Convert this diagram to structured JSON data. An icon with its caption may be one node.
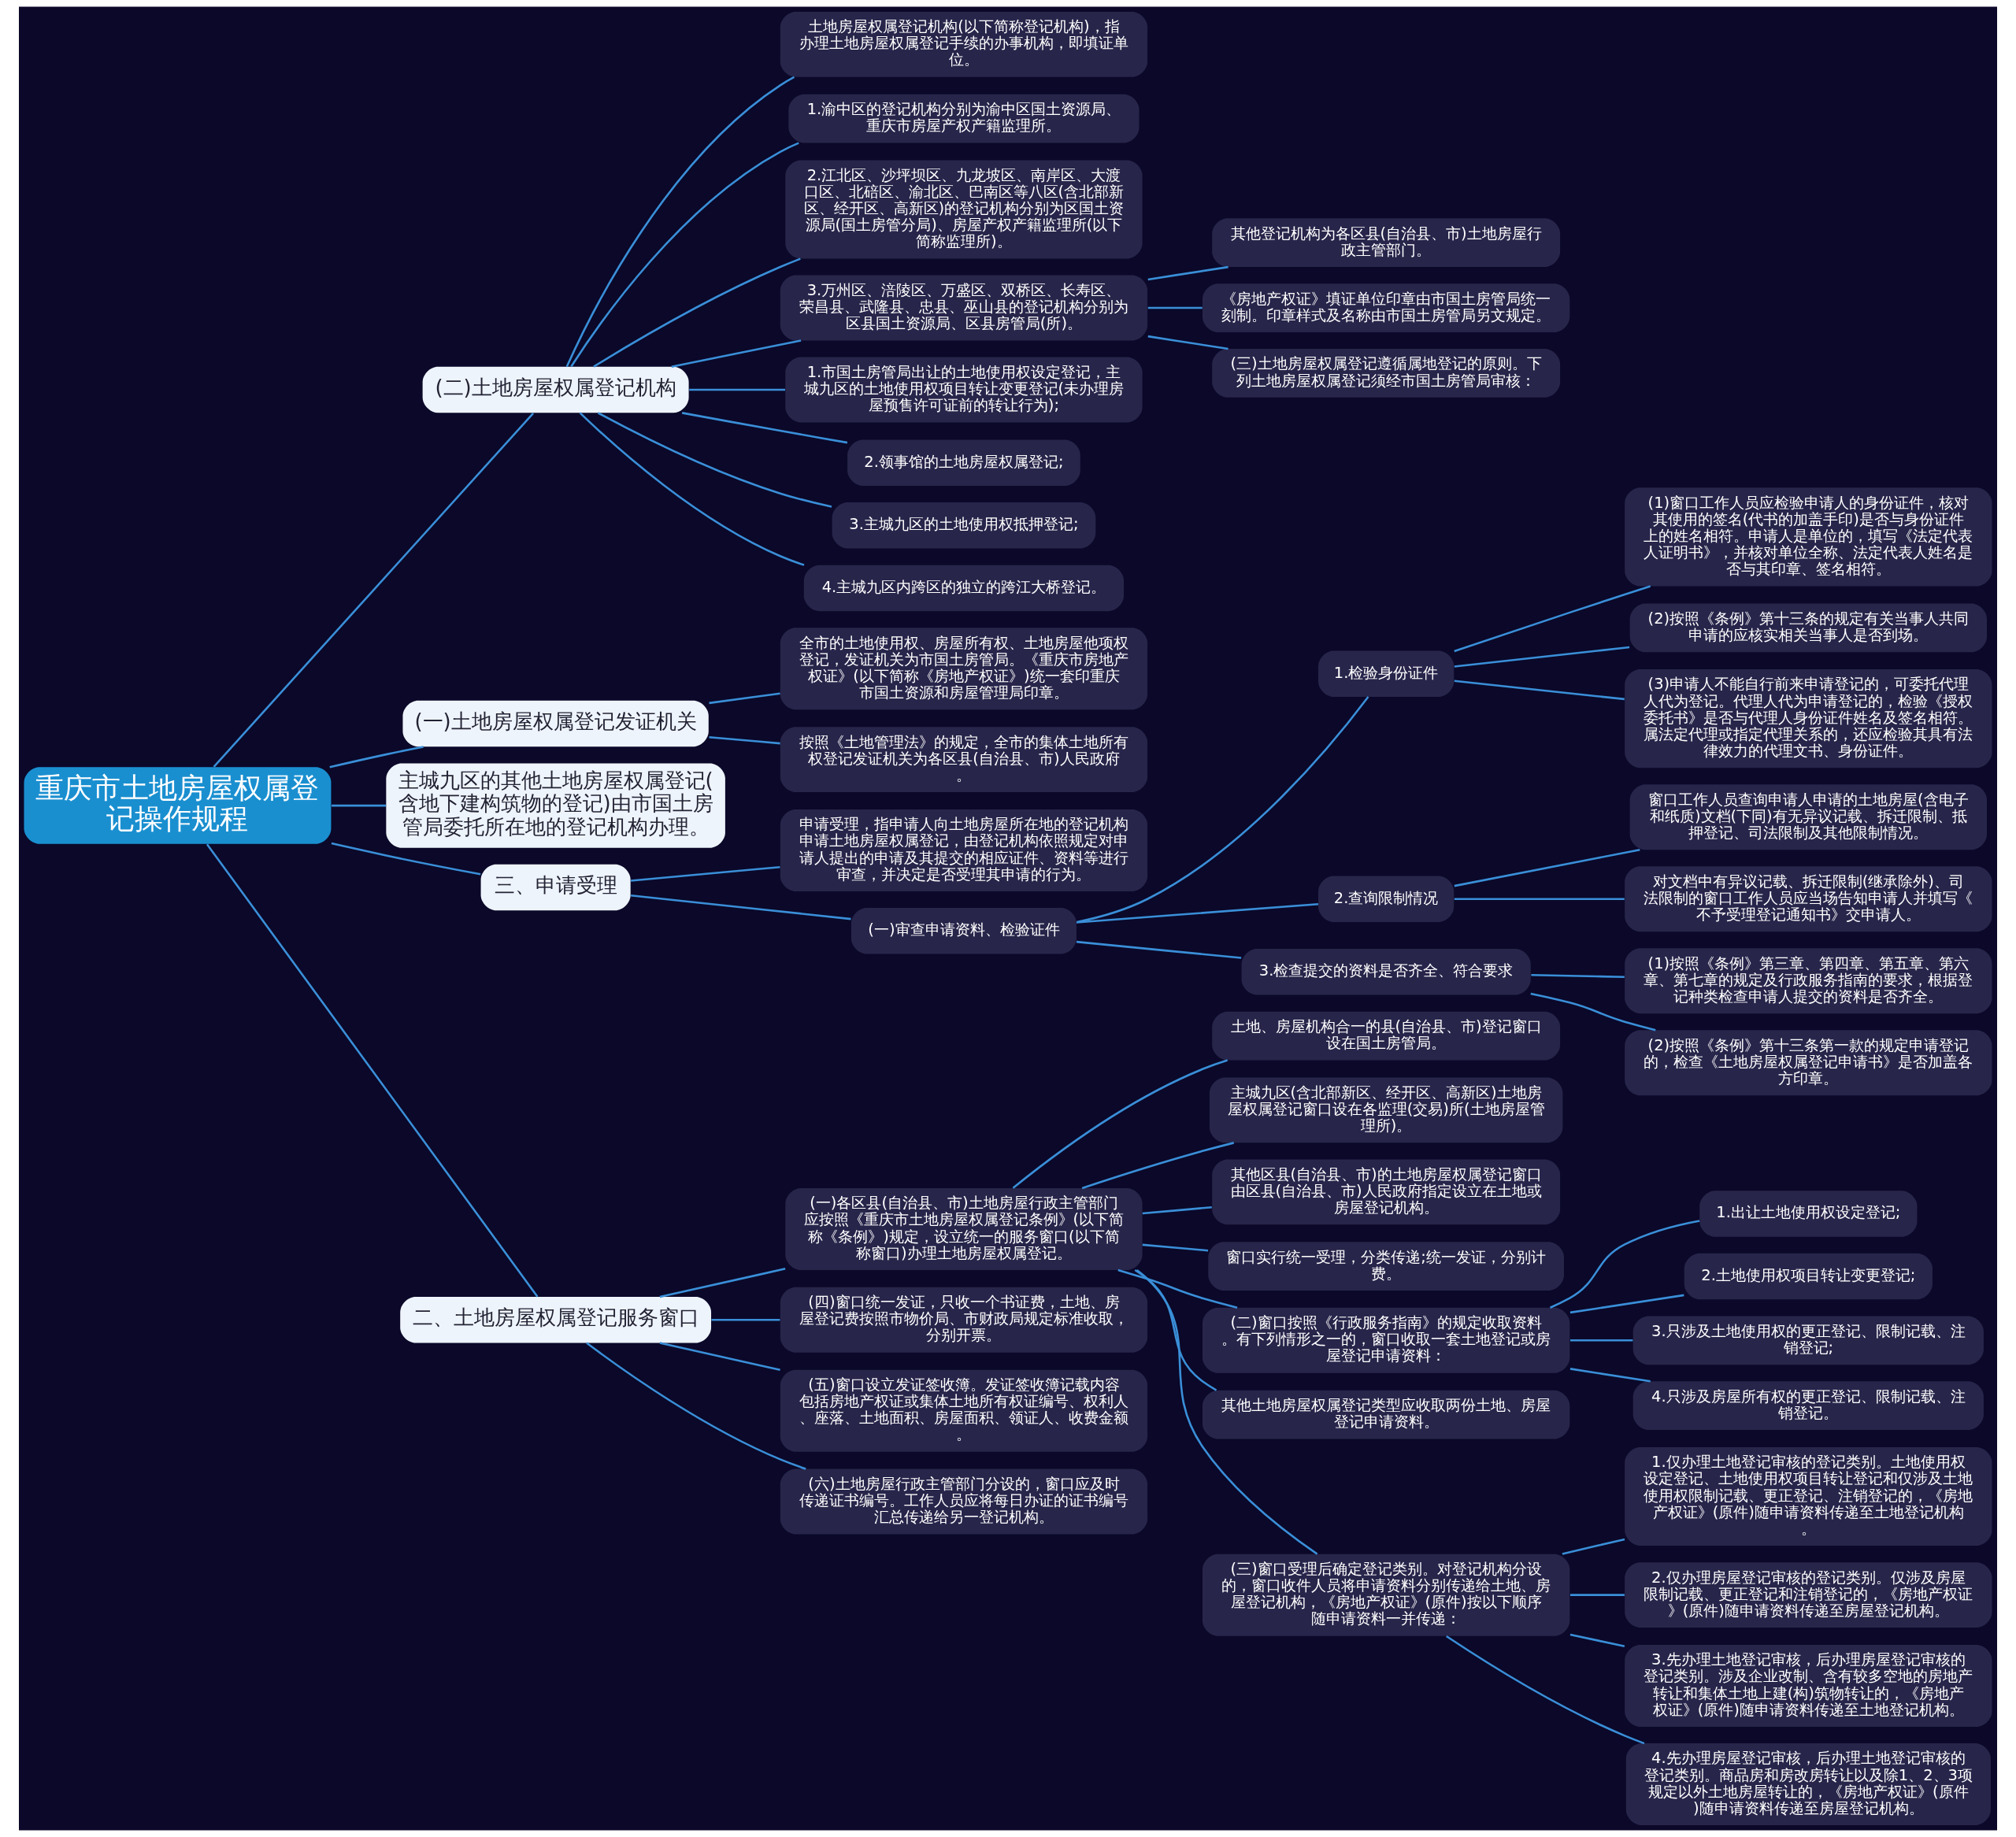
{
  "diagram": {
    "nodes": [
      {
        "text": [
          "重庆市土地房屋权属登记操作规程"
        ]
      },
      {
        "text": [
          "(二)土地房屋权属登记机构"
        ]
      },
      {
        "text": [
          "土地房屋权属登记机构(以下简称登记机构)，指办理土地房屋权属登记手续的办事机构，即填证单位。"
        ]
      },
      {
        "text": [
          "1.渝中区的登记机构分别为渝中区国土资源局、重庆市房屋产权产籍监理所。"
        ]
      },
      {
        "text": [
          "2.江北区、沙坪坝区、九龙坡区、南岸区、大渡口区、北碚区、渝北区、巴南区等八区(含北部新区、经开区、高新区)的登记机构分别为区国土资源局(国土房管分局)、房屋产权产籍监理所(以下简称监理所)。"
        ]
      },
      {
        "text": [
          "3.万州区、涪陵区、万盛区、双桥区、长寿区、荣昌县、武隆县、忠县、巫山县的登记机构分别为区县国土资源局、区县房管局(所)。"
        ]
      },
      {
        "text": [
          "其他登记机构为各区县(自治县、市)土地房屋行政主管部门。"
        ]
      },
      {
        "text": [
          "《房地产权证》填证单位印章由市国土房管局统一刻制。印章样式及名称由市国土房管局另文规定。"
        ]
      },
      {
        "text": [
          "(三)土地房屋权属登记遵循属地登记的原则。下列土地房屋权属登记须经市国土房管局审核："
        ]
      },
      {
        "text": [
          "1.市国土房管局出让的土地使用权设定登记，主城九区的土地使用权项目转让变更登记(未办理房屋预售许可证前的转让行为);"
        ]
      },
      {
        "text": [
          "2.领事馆的土地房屋权属登记;"
        ]
      },
      {
        "text": [
          "3.主城九区的土地使用权抵押登记;"
        ]
      },
      {
        "text": [
          "4.主城九区内跨区的独立的跨江大桥登记。"
        ]
      },
      {
        "text": [
          "(一)土地房屋权属登记发证机关"
        ]
      },
      {
        "text": [
          "全市的土地使用权、房屋所有权、土地房屋他项权登记，发证机关为市国土房管局。《重庆市房地产权证》(以下简称《房地产权证》)统一套印重庆市国土资源和房屋管理局印章。"
        ]
      },
      {
        "text": [
          "按照《土地管理法》的规定，全市的集体土地所有权登记发证机关为各区县(自治县、市)人民政府。"
        ]
      },
      {
        "text": [
          "主城九区的其他土地房屋权属登记(含地下建构筑物的登记)由市国土房管局委托所在地的登记机构办理。"
        ]
      },
      {
        "text": [
          "三、申请受理"
        ]
      },
      {
        "text": [
          "申请受理，指申请人向土地房屋所在地的登记机构申请土地房屋权属登记，由登记机构依照规定对申请人提出的申请及其提交的相应证件、资料等进行审查，并决定是否受理其申请的行为。"
        ]
      },
      {
        "text": [
          "(一)审查申请资料、检验证件"
        ]
      },
      {
        "text": [
          "1.检验身份证件"
        ]
      },
      {
        "text": [
          "(1)窗口工作人员应检验申请人的身份证件，核对其使用的签名(代书的加盖手印)是否与身份证件上的姓名相符。申请人是单位的，填写《法定代表人证明书》，并核对单位全称、法定代表人姓名是否与其印章、签名相符。"
        ]
      },
      {
        "text": [
          "(2)按照《条例》第十三条的规定有关当事人共同申请的应核实相关当事人是否到场。"
        ]
      },
      {
        "text": [
          "(3)申请人不能自行前来申请登记的，可委托代理人代为登记。代理人代为申请登记的，检验《授权委托书》是否与代理人身份证件姓名及签名相符。属法定代理或指定代理关系的，还应检验其具有法律效力的代理文书、身份证件。"
        ]
      },
      {
        "text": [
          "2.查询限制情况"
        ]
      },
      {
        "text": [
          "窗口工作人员查询申请人申请的土地房屋(含电子和纸质)文档(下同)有无异议记载、拆迁限制、抵押登记、司法限制及其他限制情况。"
        ]
      },
      {
        "text": [
          "对文档中有异议记载、拆迁限制(继承除外)、司法限制的窗口工作人员应当场告知申请人并填写《不予受理登记通知书》交申请人。"
        ]
      },
      {
        "text": [
          "3.检查提交的资料是否齐全、符合要求"
        ]
      },
      {
        "text": [
          "(1)按照《条例》第三章、第四章、第五章、第六章、第七章的规定及行政服务指南的要求，根据登记种类检查申请人提交的资料是否齐全。"
        ]
      },
      {
        "text": [
          "(2)按照《条例》第十三条第一款的规定申请登记的，检查《土地房屋权属登记申请书》是否加盖各方印章。"
        ]
      },
      {
        "text": [
          "二、土地房屋权属登记服务窗口"
        ]
      },
      {
        "text": [
          "(一)各区县(自治县、市)土地房屋行政主管部门应按照《重庆市土地房屋权属登记条例》(以下简称《条例》)规定，设立统一的服务窗口(以下简称窗口)办理土地房屋权属登记。"
        ]
      },
      {
        "text": [
          "土地、房屋机构合一的县(自治县、市)登记窗口设在国土房管局。"
        ]
      },
      {
        "text": [
          "主城九区(含北部新区、经开区、高新区)土地房屋权属登记窗口设在各监理(交易)所(土地房屋管理所)。"
        ]
      },
      {
        "text": [
          "其他区县(自治县、市)的土地房屋权属登记窗口由区县(自治县、市)人民政府指定设立在土地或房屋登记机构。"
        ]
      },
      {
        "text": [
          "窗口实行统一受理，分类传递;统一发证，分别计费。"
        ]
      },
      {
        "text": [
          "(二)窗口按照《行政服务指南》的规定收取资料。有下列情形之一的，窗口收取一套土地登记或房屋登记申请资料："
        ]
      },
      {
        "text": [
          "1.出让土地使用权设定登记;"
        ]
      },
      {
        "text": [
          "2.土地使用权项目转让变更登记;"
        ]
      },
      {
        "text": [
          "3.只涉及土地使用权的更正登记、限制记载、注销登记;"
        ]
      },
      {
        "text": [
          "4.只涉及房屋所有权的更正登记、限制记载、注销登记。"
        ]
      },
      {
        "text": [
          "其他土地房屋权属登记类型应收取两份土地、房屋登记申请资料。"
        ]
      },
      {
        "text": [
          "(三)窗口受理后确定登记类别。对登记机构分设的，窗口收件人员将申请资料分别传递给土地、房屋登记机构，《房地产权证》(原件)按以下顺序随申请资料一并传递："
        ]
      },
      {
        "text": [
          "1.仅办理土地登记审核的登记类别。土地使用权设定登记、土地使用权项目转让登记和仅涉及土地使用权限制记载、更正登记、注销登记的，《房地产权证》(原件)随申请资料传递至土地登记机构。"
        ]
      },
      {
        "text": [
          "2.仅办理房屋登记审核的登记类别。仅涉及房屋限制记载、更正登记和注销登记的，《房地产权证》(原件)随申请资料传递至房屋登记机构。"
        ]
      },
      {
        "text": [
          "3.先办理土地登记审核，后办理房屋登记审核的登记类别。涉及企业改制、含有较多空地的房地产转让和集体土地上建(构)筑物转让的，《房地产权证》(原件)随申请资料传递至土地登记机构。"
        ]
      },
      {
        "text": [
          "4.先办理房屋登记审核，后办理土地登记审核的登记类别。商品房和房改房转让以及除1、2、3项规定以外土地房屋转让的，《房地产权证》(原件)随申请资料传递至房屋登记机构。"
        ]
      },
      {
        "text": [
          "(四)窗口统一发证，只收一个书证费，土地、房屋登记费按照市物价局、市财政局规定标准收取，分别开票。"
        ]
      },
      {
        "text": [
          "(五)窗口设立发证签收簿。发证签收簿记载内容包括房地产权证或集体土地所有权证编号、权利人、座落、土地面积、房屋面积、领证人、收费金额。"
        ]
      },
      {
        "text": [
          "(六)土地房屋行政主管部门分设的，窗口应及时传递证书编号。工作人员应将每日办证的证书编号汇总传递给另一登记机构。"
        ]
      }
    ],
    "edges": [
      {
        "from": 0,
        "to": 1,
        "arrow": "none"
      },
      {
        "from": 1,
        "to": 2,
        "arrow": "none"
      },
      {
        "from": 1,
        "to": 3,
        "arrow": "none"
      },
      {
        "from": 1,
        "to": 4,
        "arrow": "none"
      },
      {
        "from": 1,
        "to": 5,
        "arrow": "none"
      },
      {
        "from": 5,
        "to": 6,
        "arrow": "none"
      },
      {
        "from": 5,
        "to": 7,
        "arrow": "none"
      },
      {
        "from": 5,
        "to": 8,
        "arrow": "none"
      },
      {
        "from": 1,
        "to": 9,
        "arrow": "none"
      },
      {
        "from": 1,
        "to": 10,
        "arrow": "none"
      },
      {
        "from": 1,
        "to": 11,
        "arrow": "none"
      },
      {
        "from": 1,
        "to": 12,
        "arrow": "none"
      },
      {
        "from": 0,
        "to": 13,
        "arrow": "none"
      },
      {
        "from": 13,
        "to": 14,
        "arrow": "none"
      },
      {
        "from": 13,
        "to": 15,
        "arrow": "none"
      },
      {
        "from": 0,
        "to": 16,
        "arrow": "none"
      },
      {
        "from": 0,
        "to": 17,
        "arrow": "none"
      },
      {
        "from": 17,
        "to": 18,
        "arrow": "none"
      },
      {
        "from": 17,
        "to": 19,
        "arrow": "none"
      },
      {
        "from": 19,
        "to": 20,
        "arrow": "none"
      },
      {
        "from": 20,
        "to": 21,
        "arrow": "none"
      },
      {
        "from": 20,
        "to": 22,
        "arrow": "none"
      },
      {
        "from": 20,
        "to": 23,
        "arrow": "none"
      },
      {
        "from": 19,
        "to": 24,
        "arrow": "none"
      },
      {
        "from": 24,
        "to": 25,
        "arrow": "none"
      },
      {
        "from": 24,
        "to": 26,
        "arrow": "none"
      },
      {
        "from": 19,
        "to": 27,
        "arrow": "none"
      },
      {
        "from": 27,
        "to": 28,
        "arrow": "none"
      },
      {
        "from": 27,
        "to": 29,
        "arrow": "none"
      },
      {
        "from": 0,
        "to": 30,
        "arrow": "none"
      },
      {
        "from": 30,
        "to": 31,
        "arrow": "none"
      },
      {
        "from": 31,
        "to": 32,
        "arrow": "none"
      },
      {
        "from": 31,
        "to": 33,
        "arrow": "none"
      },
      {
        "from": 31,
        "to": 34,
        "arrow": "none"
      },
      {
        "from": 31,
        "to": 35,
        "arrow": "none"
      },
      {
        "from": 31,
        "to": 36,
        "arrow": "none"
      },
      {
        "from": 36,
        "to": 37,
        "arrow": "none"
      },
      {
        "from": 36,
        "to": 38,
        "arrow": "none"
      },
      {
        "from": 36,
        "to": 39,
        "arrow": "none"
      },
      {
        "from": 36,
        "to": 40,
        "arrow": "none"
      },
      {
        "from": 31,
        "to": 41,
        "arrow": "none"
      },
      {
        "from": 31,
        "to": 42,
        "arrow": "none"
      },
      {
        "from": 42,
        "to": 43,
        "arrow": "none"
      },
      {
        "from": 42,
        "to": 44,
        "arrow": "none"
      },
      {
        "from": 42,
        "to": 45,
        "arrow": "none"
      },
      {
        "from": 42,
        "to": 46,
        "arrow": "none"
      },
      {
        "from": 30,
        "to": 47,
        "arrow": "none"
      },
      {
        "from": 30,
        "to": 48,
        "arrow": "none"
      },
      {
        "from": 30,
        "to": 49,
        "arrow": "none"
      }
    ]
  }
}
